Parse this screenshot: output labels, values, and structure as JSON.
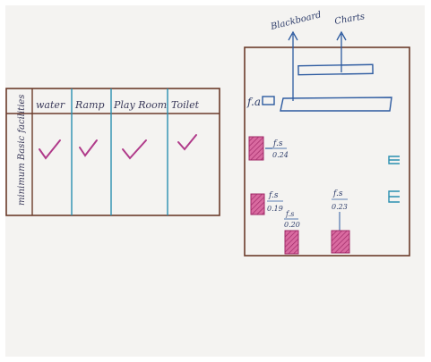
{
  "table": {
    "row_header": "minimum Basic facilities",
    "columns": [
      "water",
      "Ramp",
      "Play Room",
      "Toilet"
    ],
    "checks": [
      true,
      true,
      true,
      true
    ],
    "check_color": "#b03a8a"
  },
  "plan": {
    "labels": {
      "top_left": "Blackboard",
      "top_right": "Charts",
      "fa": "f.a",
      "fs1": "f.s",
      "fs1_sub": "0.24",
      "fs2": "f.s",
      "fs2_sub": "0.19",
      "fs3": "f.s",
      "fs3_sub": "0.20",
      "fs4": "f.s",
      "fs4_sub": "0.23"
    },
    "colors": {
      "ink_blue": "#2c5aa0",
      "frame": "#6b3b2a",
      "marker_fill": "#c2407a",
      "window_teal": "#2a8fb0"
    }
  }
}
